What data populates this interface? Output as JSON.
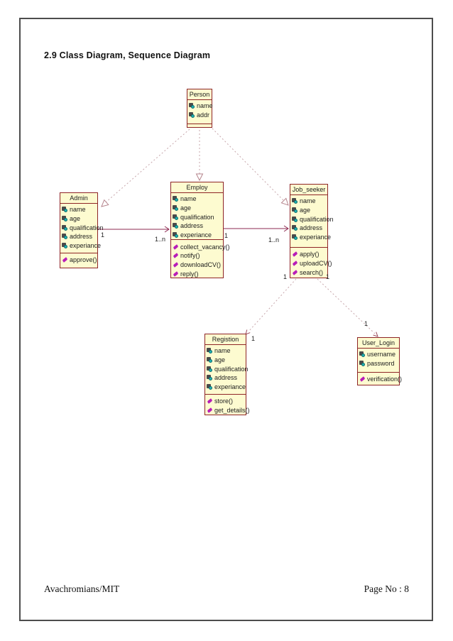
{
  "page": {
    "heading": "2.9 Class Diagram, Sequence Diagram",
    "footer_left": "Avachromians/MIT",
    "footer_right": "Page No : 8"
  },
  "diagram": {
    "classes": [
      {
        "name": "Person",
        "attributes": [
          "name",
          "addr"
        ],
        "operations": []
      },
      {
        "name": "Admin",
        "attributes": [
          "name",
          "age",
          "qualification",
          "address",
          "experiance"
        ],
        "operations": [
          "approve()"
        ]
      },
      {
        "name": "Employ",
        "attributes": [
          "name",
          "age",
          "qualification",
          "address",
          "experiance"
        ],
        "operations": [
          "collect_vacancy()",
          "notify()",
          "downloadCV()",
          "reply()"
        ]
      },
      {
        "name": "Job_seeker",
        "attributes": [
          "name",
          "age",
          "qualification",
          "address",
          "experiance"
        ],
        "operations": [
          "apply()",
          "uploadCV()",
          "search()"
        ]
      },
      {
        "name": "Registion",
        "attributes": [
          "name",
          "age",
          "qualification",
          "address",
          "experiance"
        ],
        "operations": [
          "store()",
          "get_details()"
        ]
      },
      {
        "name": "User_Login",
        "attributes": [
          "username",
          "password"
        ],
        "operations": [
          "verification()"
        ]
      }
    ],
    "connectors": [
      {
        "id": "admin-employ",
        "type": "association",
        "from": "Admin",
        "to": "Employ",
        "source_mult": "1",
        "target_mult": "1..n"
      },
      {
        "id": "employ-jobseeker",
        "type": "association",
        "from": "Employ",
        "to": "Job_seeker",
        "source_mult": "1",
        "target_mult": "1..n"
      },
      {
        "id": "person-admin",
        "type": "dependency",
        "from": "Person",
        "to": "Admin"
      },
      {
        "id": "person-employ",
        "type": "dependency",
        "from": "Person",
        "to": "Employ"
      },
      {
        "id": "person-jobseeker",
        "type": "dependency",
        "from": "Person",
        "to": "Job_seeker"
      },
      {
        "id": "jobseeker-registion",
        "type": "dependency",
        "from": "Job_seeker",
        "to": "Registion",
        "source_mult": "1",
        "target_mult": "1"
      },
      {
        "id": "jobseeker-userlogin",
        "type": "dependency",
        "from": "Job_seeker",
        "to": "User_Login",
        "source_mult": "1",
        "target_mult": "1"
      }
    ],
    "icons": {
      "attribute": "private-attribute-icon",
      "operation": "operation-icon"
    },
    "colors": {
      "box_fill": "#fdfbd0",
      "box_border": "#8e2426",
      "association_line": "#8e2a52",
      "dependency_line": "#c7a6ab",
      "attribute_icon_dot": "#1fb3b5",
      "operation_icon": "#b81cb8",
      "text": "#1c1c1c"
    }
  }
}
